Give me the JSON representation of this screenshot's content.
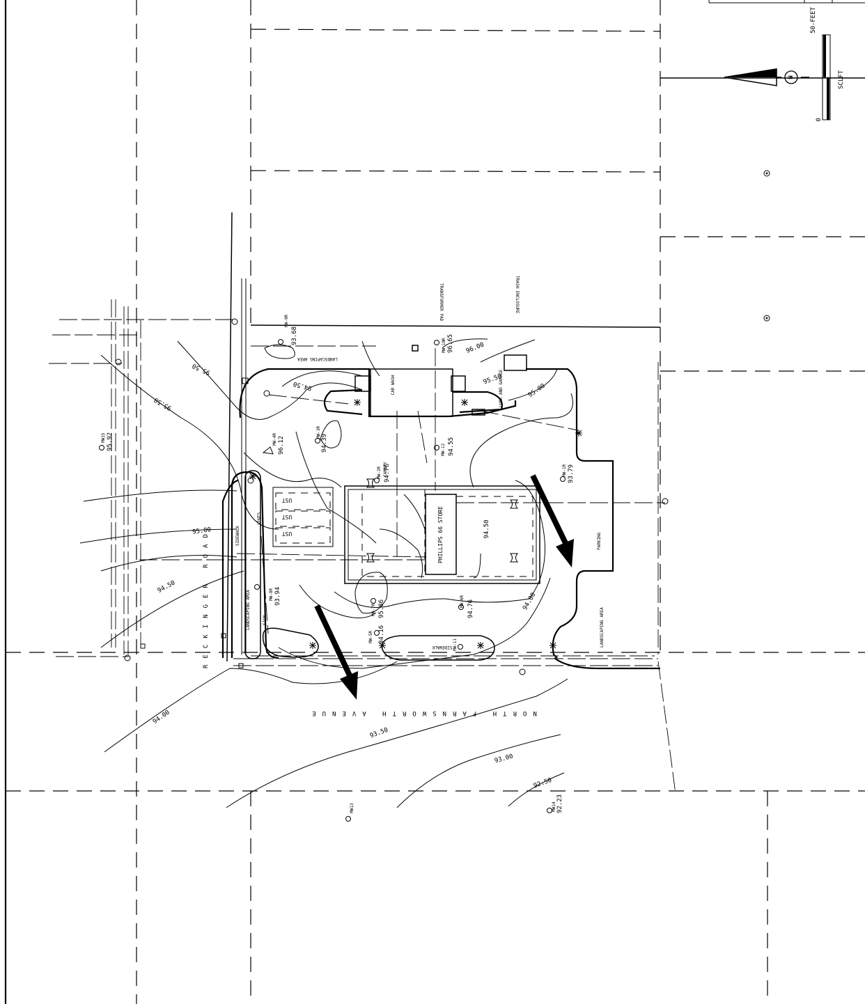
{
  "labels": {
    "scale_feet": "50-FEET",
    "scale_ft": "SCLFT",
    "scale_zero": "0",
    "north": "N",
    "transformer": "TRANSFORMER PAD",
    "trash": "TRASH ENCLOSURE",
    "landscaping_top": "LANDSCAPING AREA",
    "car_wash": "CAR WASH",
    "lube": "LUBE AND GARAGE",
    "canopy": "CANOPY",
    "store": "PHILLIPS 66 STORE",
    "ust_1": "UST",
    "ust_2": "UST",
    "ust_3": "UST",
    "vents": "VENTS",
    "sidewalk_left": "SIDEWALK",
    "landscaping_left": "LANDSCAPING AREA",
    "sign": "SIGN",
    "sidewalk_bottom": "SIDEWALK",
    "parking": "PARKING",
    "landscaping_right": "LANDSCAPING AREA",
    "street_reckinger": "RECKINGER ROAD",
    "street_farnsworth": "NORTH FARNSWORTH AVENUE"
  },
  "contours": {
    "c96_00": "96.00",
    "c95_50_top": "95.50",
    "c95_00_top": "95.00",
    "c95_00_left": "95.00",
    "c95_50_left": "95.50",
    "c94_50_top": "94.50",
    "c94_50_mid": "94.50",
    "c94_50_left": "94.50",
    "c94_00_right": "94.00",
    "c94_00_bottom": "94.00",
    "c93_50": "93.50",
    "c93_00": "93.00",
    "c92_50": "92.50"
  },
  "wells": {
    "mw9r_id": "MW-9R",
    "mw9r_val": "93.68",
    "mw10r_id": "MW-10R",
    "mw10r_val": "96.65",
    "mw3r_id": "MW-3R",
    "mw3r_val": "94.39",
    "mw4r_id": "MW-4R",
    "mw4r_val": "96.12",
    "mw2r_id": "MW-2R",
    "mw2r_val": "94.76",
    "mw12_id": "MW-12",
    "mw12_val": "94.55",
    "mw1r_id": "MW-1R",
    "mw1r_val": "93.79",
    "mw15_id": "MW15",
    "mw15_val": "95.92",
    "mw8r_id": "MW-8R",
    "mw8r_val": "93.94",
    "mw7r_id": "MW-7R",
    "mw7r_val": "95.86",
    "mw5r_id": "MW-5R",
    "mw5r_val": "94.16",
    "mw6r_id": "MW-6R",
    "mw6r_val": "94.76",
    "mw11_id": "MW-11",
    "mw13_id": "MW13",
    "mw14_id": "MW14",
    "mw14_val": "92.23"
  },
  "colors": {
    "ink": "#000000",
    "paper": "#ffffff"
  }
}
